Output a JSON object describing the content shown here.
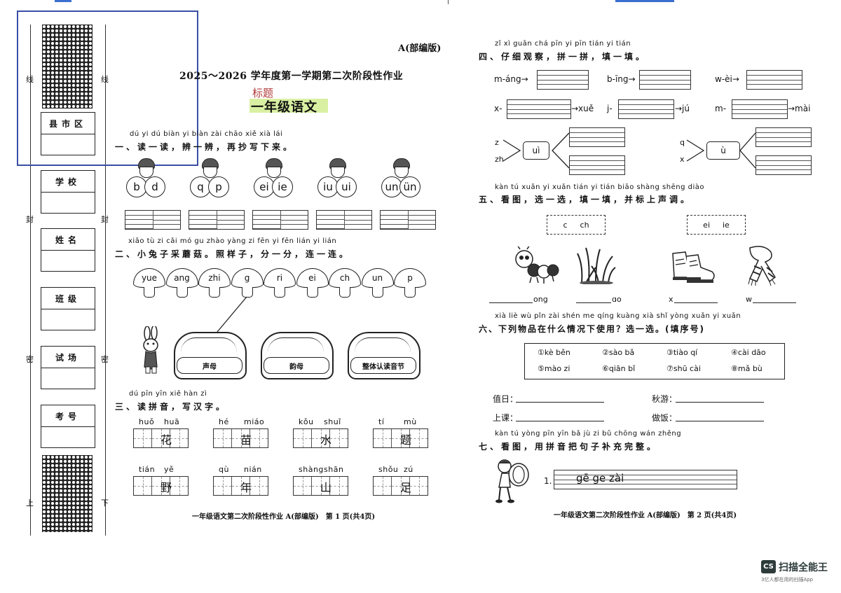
{
  "left_page": {
    "version_label": "A(部编版)",
    "heading": "2025～2026 学年度第一学期第二次阶段性作业",
    "annotation": "标题",
    "subject": "一年级语文",
    "margin_labels": [
      "线",
      "线",
      "封",
      "封",
      "密",
      "密",
      "上",
      "下"
    ],
    "info_fields": [
      "县市区",
      "学校",
      "姓名",
      "班级",
      "试场",
      "考号"
    ],
    "q1": {
      "pinyin": "dú yi dú biàn yi biàn zài chāo xiě xià lái",
      "title": "一、读一读，辨一辨，再抄写下来。",
      "pairs": [
        [
          "b",
          "d"
        ],
        [
          "q",
          "p"
        ],
        [
          "ei",
          "ie"
        ],
        [
          "iu",
          "ui"
        ],
        [
          "un",
          "ün"
        ]
      ]
    },
    "q2": {
      "pinyin": "xiǎo tù zi cǎi mó gu zhào yàng zi fēn yi fēn lián yi lián",
      "title": "二、小兔子采蘑菇。照样子，分一分，连一连。",
      "mushrooms": [
        "yue",
        "ang",
        "zhi",
        "g",
        "ri",
        "ei",
        "ch",
        "un",
        "p"
      ],
      "baskets": [
        "声母",
        "韵母",
        "整体认读音节"
      ]
    },
    "q3": {
      "pinyin": "dú pīn yīn xiě hàn zì",
      "title": "三、读拼音，写汉字。",
      "items": [
        {
          "py1": "huǒ",
          "py2": "huā",
          "given": "花"
        },
        {
          "py1": "hé",
          "py2": "miáo",
          "given": "苗"
        },
        {
          "py1": "kǒu",
          "py2": "shuǐ",
          "given": "水"
        },
        {
          "py1": "tí",
          "py2": "mù",
          "given": "题"
        },
        {
          "py1": "tián",
          "py2": "yě",
          "given": "野"
        },
        {
          "py1": "qù",
          "py2": "nián",
          "given": "年"
        },
        {
          "py1": "shàng",
          "py2": "shān",
          "given": "山"
        },
        {
          "py1": "shǒu",
          "py2": "zú",
          "given": "足"
        }
      ]
    },
    "footer": "一年级语文第二次阶段性作业 A(部编版)　第 1 页(共4页)"
  },
  "right_page": {
    "q4": {
      "pinyin": "zǐ xì guān chá pīn yi pīn tián yi tián",
      "title": "四、仔细观察，拼一拼，填一填。",
      "row1": [
        "m-áng→",
        "b-īng→",
        "w-èi→"
      ],
      "row2": [
        {
          "pre": "x-",
          "post": "→xuě"
        },
        {
          "pre": "j-",
          "post": "→jú"
        },
        {
          "pre": "m-",
          "post": "→mài"
        }
      ],
      "branch1": {
        "initials": [
          "z",
          "zh"
        ],
        "final": "uì"
      },
      "branch2": {
        "initials": [
          "q",
          "x"
        ],
        "final": "ù"
      }
    },
    "q5": {
      "pinyin": "kàn tú xuǎn yi xuǎn tián yi tián biāo shàng shēng diào",
      "title": "五、看图，选一选，填一填，并标上声调。",
      "options1": [
        "c",
        "ch"
      ],
      "options2": [
        "ei",
        "ie"
      ],
      "blanks": [
        "ong",
        "ɑo",
        "x",
        "w"
      ]
    },
    "q6": {
      "pinyin": "xià liè wù pǐn zài shén me qíng kuàng xià shǐ yòng xuǎn yi xuǎn",
      "title": "六、下列物品在什么情况下使用？选一选。(填序号)",
      "choices": [
        "①kè běn",
        "②sào bǎ",
        "③tiào qí",
        "④cài dāo",
        "⑤mào zi",
        "⑥qiān bǐ",
        "⑦shū cài",
        "⑧mǎ bù"
      ],
      "fields": [
        "值日：",
        "秋游：",
        "上课：",
        "做饭："
      ]
    },
    "q7": {
      "pinyin": "kàn tú yòng pīn yīn bǎ jù zi bǔ chōng wán zhěng",
      "title": "七、看图，用拼音把句子补充完整。",
      "item_no": "1.",
      "start": "gē ge zài"
    },
    "footer": "一年级语文第二次阶段性作业 A(部编版)　第 2 页(共4页)"
  },
  "watermark": {
    "brand": "扫描全能王",
    "tagline": "3亿人都在用的扫描App",
    "logo": "CS"
  }
}
